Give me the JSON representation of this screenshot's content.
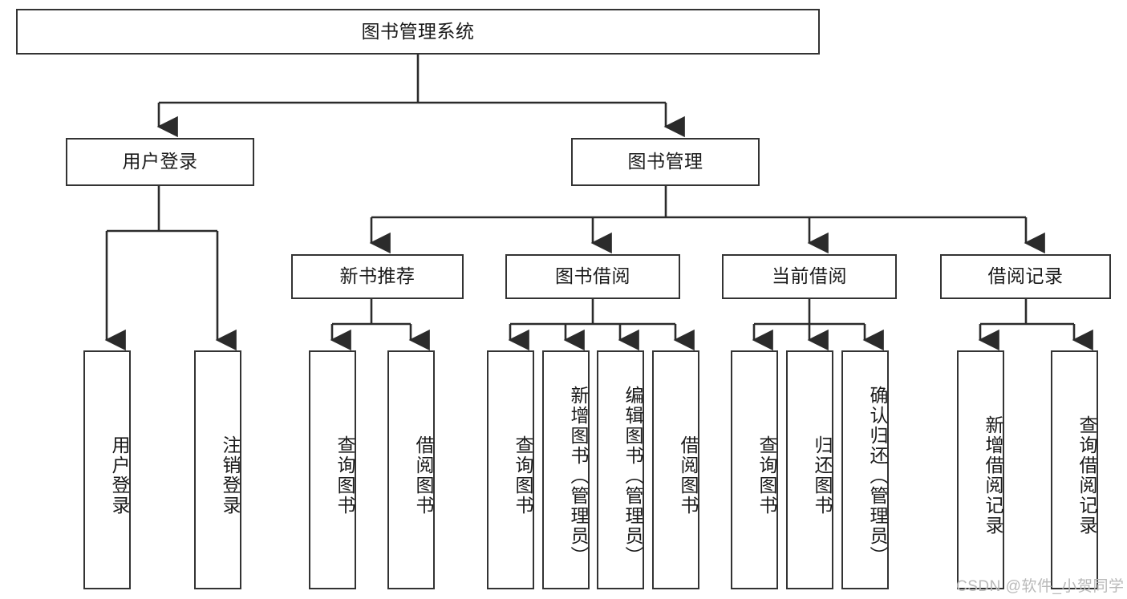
{
  "diagram": {
    "type": "tree",
    "title": "图书管理系统",
    "watermark": "CSDN @软件_小贺同学",
    "colors": {
      "box_border": "#333333",
      "box_fill": "#ffffff",
      "connector": "#333333",
      "text": "#1a1a1a",
      "watermark": "#b9b9b9"
    },
    "levels": {
      "root": {
        "label": "图书管理系统"
      },
      "level2": [
        {
          "label": "用户登录"
        },
        {
          "label": "图书管理"
        }
      ],
      "level3": [
        {
          "label": "新书推荐",
          "parent": "图书管理"
        },
        {
          "label": "图书借阅",
          "parent": "图书管理"
        },
        {
          "label": "当前借阅",
          "parent": "图书管理"
        },
        {
          "label": "借阅记录",
          "parent": "图书管理"
        }
      ],
      "leaves": [
        {
          "label": "用户登录",
          "parent": "用户登录"
        },
        {
          "label": "注销登录",
          "parent": "用户登录"
        },
        {
          "label": "查询图书",
          "parent": "新书推荐"
        },
        {
          "label": "借阅图书",
          "parent": "新书推荐"
        },
        {
          "label": "查询图书",
          "parent": "图书借阅"
        },
        {
          "label": "新增图书（管理员）",
          "parent": "图书借阅"
        },
        {
          "label": "编辑图书（管理员）",
          "parent": "图书借阅"
        },
        {
          "label": "借阅图书",
          "parent": "图书借阅"
        },
        {
          "label": "查询图书",
          "parent": "当前借阅"
        },
        {
          "label": "归还图书",
          "parent": "当前借阅"
        },
        {
          "label": "确认归还（管理员）",
          "parent": "当前借阅"
        },
        {
          "label": "新增借阅记录",
          "parent": "借阅记录"
        },
        {
          "label": "查询借阅记录",
          "parent": "借阅记录"
        }
      ]
    }
  }
}
